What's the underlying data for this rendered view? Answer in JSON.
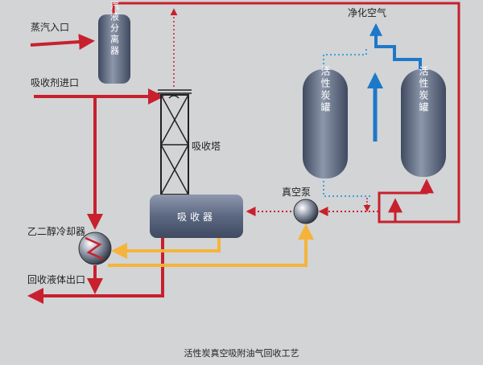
{
  "labels": {
    "steam_inlet": "蒸汽入口",
    "absorbent_inlet": "吸收剂进口",
    "separator": "汽液分离器",
    "tower": "吸收塔",
    "absorber": "吸收器",
    "vacuum_pump": "真空泵",
    "glycol_cooler": "乙二醇冷却器",
    "liquid_outlet": "回收液体出口",
    "clean_air": "净化空气",
    "tank_left": "活性炭罐",
    "tank_right": "活性炭罐",
    "caption": "活性炭真空吸附油气回收工艺"
  },
  "colors": {
    "background": "#d2d4d6",
    "liquid_line": "#c8202e",
    "vapor_line": "#f4b43c",
    "air_line": "#1e78c8",
    "vessel": "#55637c",
    "text": "#222222"
  }
}
